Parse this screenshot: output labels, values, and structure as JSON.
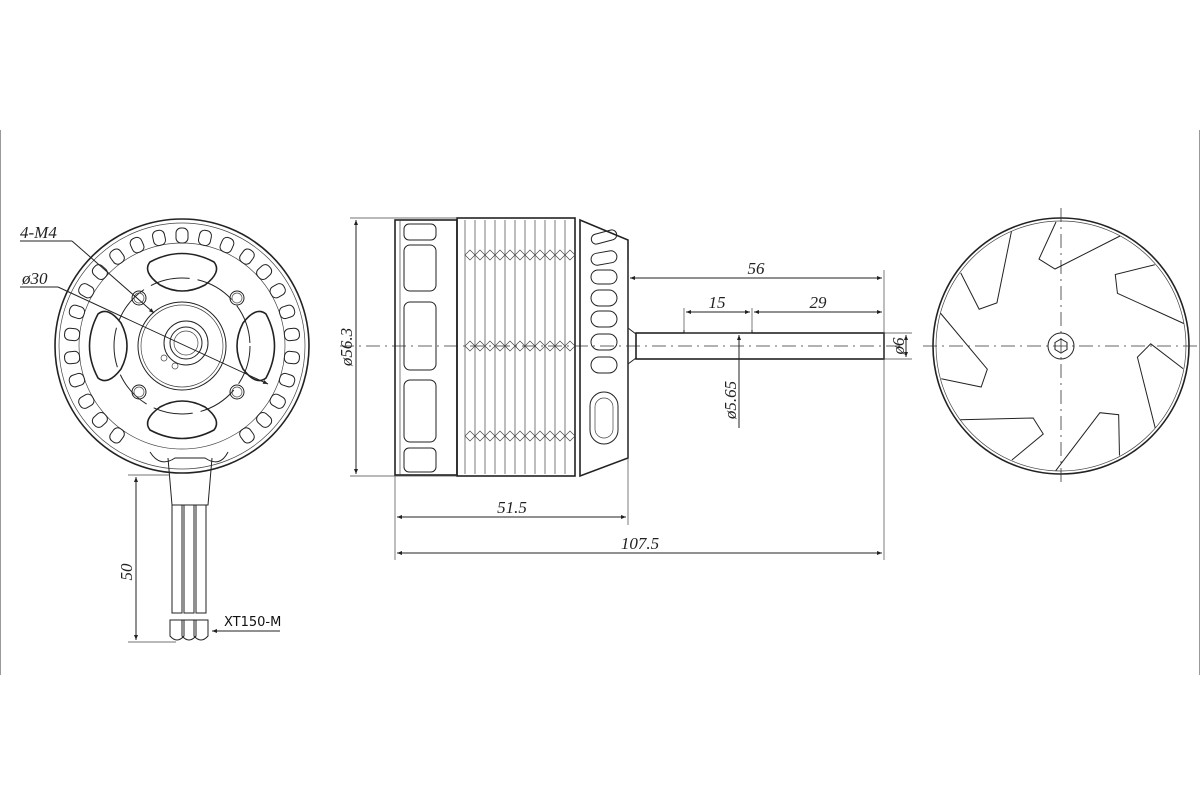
{
  "drawing": {
    "title": "Brushless outrunner motor dimension drawing",
    "views": [
      "front-view",
      "side-view",
      "rear-view"
    ],
    "colors": {
      "line": "#222222",
      "background": "#ffffff",
      "border": "#9a9a9a"
    }
  },
  "front_view": {
    "callouts": {
      "mount_holes": "4-M4",
      "bolt_circle": "ø30"
    },
    "lead_length": "50",
    "connector": "XT150-M"
  },
  "side_view": {
    "body_diameter": "ø56.3",
    "shaft_length": "56",
    "flat_length": "15",
    "flat_to_end": "29",
    "shaft_diameter": "ø6",
    "flat_diameter": "ø5.65",
    "body_length": "51.5",
    "overall_length": "107.5"
  }
}
